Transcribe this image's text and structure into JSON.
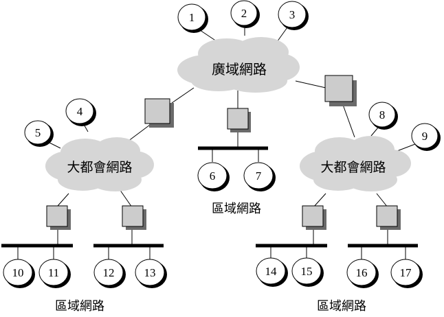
{
  "wan": {
    "label": "廣域網路"
  },
  "man_left": {
    "label": "大都會網路"
  },
  "man_right": {
    "label": "大都會網路"
  },
  "lan_center": {
    "label": "區域網路"
  },
  "lan_left": {
    "label": "區域網路"
  },
  "lan_right": {
    "label": "區域網路"
  },
  "nodes": [
    "1",
    "2",
    "3",
    "4",
    "5",
    "6",
    "7",
    "8",
    "9",
    "10",
    "11",
    "12",
    "13",
    "14",
    "15",
    "16",
    "17"
  ]
}
